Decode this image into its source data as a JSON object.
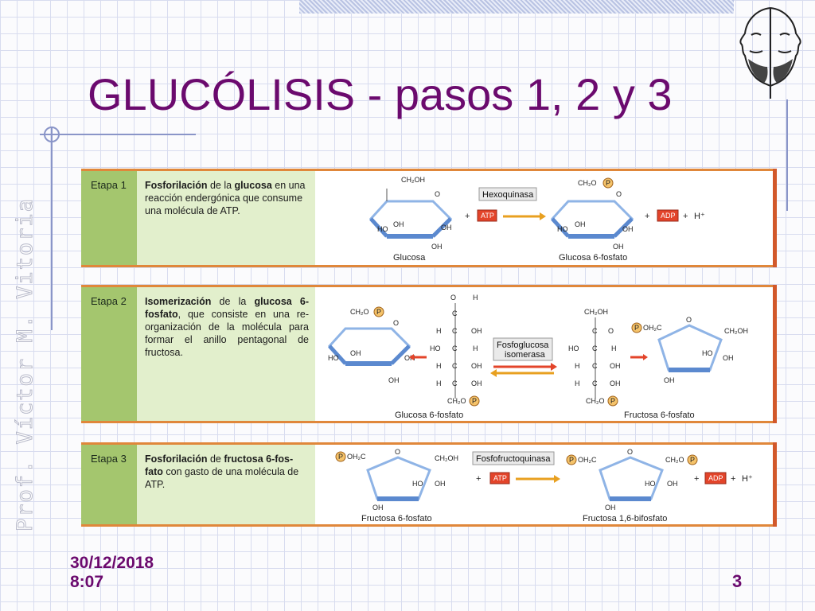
{
  "title": "GLUCÓLISIS - pasos 1, 2 y 3",
  "watermark": "Prof. Víctor M. Vitoria",
  "footer": {
    "date": "30/12/2018",
    "time": "8:07",
    "page": "3"
  },
  "steps": [
    {
      "stage": "Etapa 1",
      "desc_bold1": "Fosforilación",
      "desc_t1": " de la ",
      "desc_bold2": "glucosa",
      "desc_t2": " en una reacción endergónica que consume una molécula de ATP.",
      "enzyme": "Hexoquinasa",
      "substrate": "Glucosa",
      "product": "Glucosa 6-fosfato",
      "cofactor_in": "ATP",
      "cofactor_out": "ADP",
      "extra": "H⁺",
      "plus": "+"
    },
    {
      "stage": "Etapa 2",
      "desc_bold1": "Isomerización",
      "desc_t1": " de la ",
      "desc_bold2": "glucosa 6-fosfato",
      "desc_t2": ", que consiste en una re-organización de la molécula para formar el anillo pentagonal de fructosa.",
      "enzyme1": "Fosfoglucosa",
      "enzyme2": "isomerasa",
      "substrate": "Glucosa 6-fosfato",
      "product": "Fructosa 6-fosfato"
    },
    {
      "stage": "Etapa 3",
      "desc_bold1": "Fosforilación",
      "desc_t1": " de ",
      "desc_bold2": "fructosa 6-fos-fato",
      "desc_t2": " con gasto de una molécula de ATP.",
      "enzyme": "Fosfofructoquinasa",
      "substrate": "Fructosa 6-fosfato",
      "product": "Fructosa 1,6-bifosfato",
      "cofactor_in": "ATP",
      "cofactor_out": "ADP",
      "extra": "H⁺",
      "plus": "+"
    }
  ],
  "chem": {
    "ch2oh": "CH₂OH",
    "ch2op": "CH₂O",
    "poh2c": "OH₂C",
    "oh": "OH",
    "ho": "HO",
    "o": "O",
    "h": "H",
    "c": "C",
    "p": "P"
  },
  "colors": {
    "title": "#6b0a6e",
    "stage": "#a4c66e",
    "desc": "#e2efcc",
    "border": "#e0873a",
    "ring": "#8fb4e6",
    "atp": "#e3442a"
  },
  "icons": {
    "logo": "janus-head-logo"
  }
}
